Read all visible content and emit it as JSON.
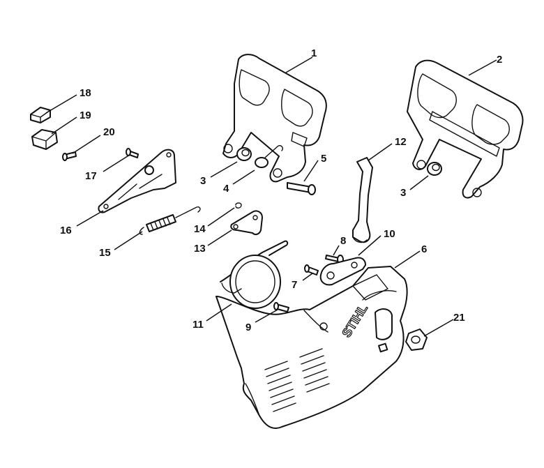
{
  "brand_mark": "STIHL",
  "callouts": {
    "c1": "1",
    "c2": "2",
    "c3a": "3",
    "c3b": "3",
    "c4": "4",
    "c5": "5",
    "c6": "6",
    "c7": "7",
    "c8": "8",
    "c9": "9",
    "c10": "10",
    "c11": "11",
    "c12": "12",
    "c13": "13",
    "c14": "14",
    "c15": "15",
    "c16": "16",
    "c17": "17",
    "c18": "18",
    "c19": "19",
    "c20": "20",
    "c21": "21"
  }
}
